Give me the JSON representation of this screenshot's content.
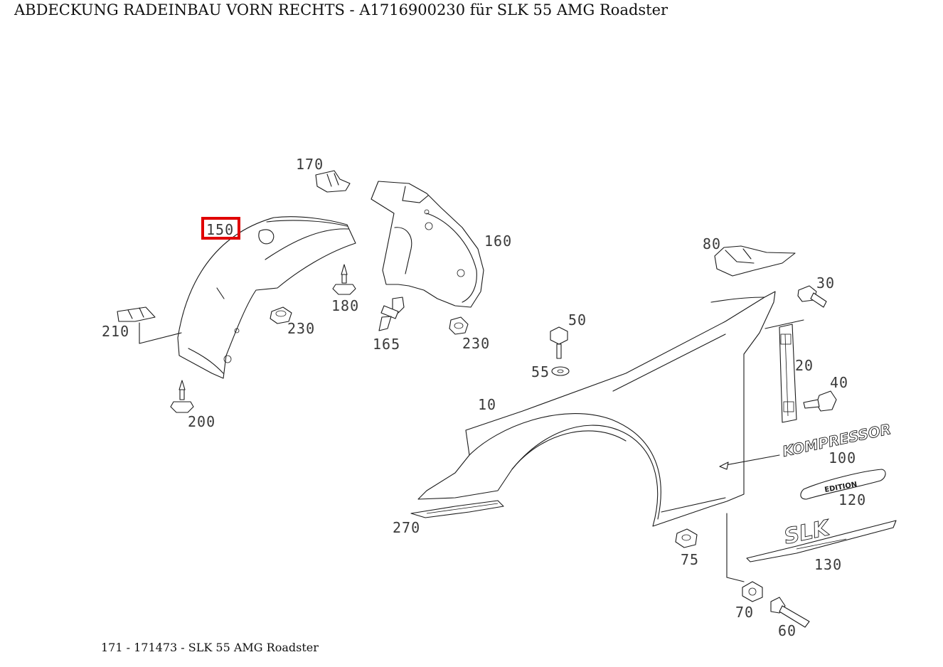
{
  "title": "ABDECKUNG RADEINBAU VORN RECHTS - A1716900230 für SLK 55 AMG Roadster",
  "footer": "171 - 171473 - SLK 55 AMG Roadster",
  "highlight_color": "#e00000",
  "selected_part": "150",
  "parts": {
    "p10": "10",
    "p20": "20",
    "p30": "30",
    "p40": "40",
    "p50": "50",
    "p55": "55",
    "p60": "60",
    "p70": "70",
    "p75": "75",
    "p80": "80",
    "p100": "100",
    "p120": "120",
    "p130": "130",
    "p150": "150",
    "p160": "160",
    "p165": "165",
    "p170": "170",
    "p180": "180",
    "p200": "200",
    "p210": "210",
    "p230a": "230",
    "p230b": "230",
    "p270": "270"
  },
  "emblems": {
    "kompressor": "KOMPRESSOR",
    "edition": "EDITION",
    "slk": "SLK"
  }
}
